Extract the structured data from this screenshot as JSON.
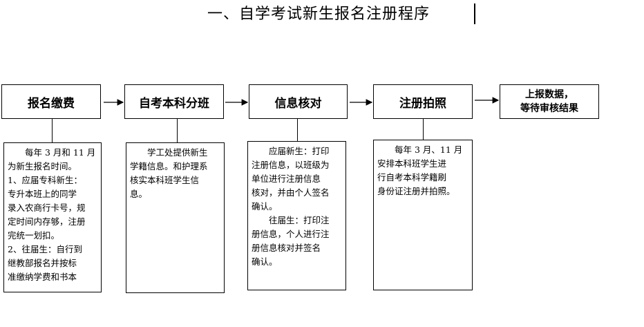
{
  "title": "一、自学考试新生报名注册程序",
  "steps": [
    {
      "label": "报名缴费"
    },
    {
      "label": "自考本科分班"
    },
    {
      "label": "信息核对"
    },
    {
      "label": "注册拍照"
    },
    {
      "label_line1": "上报数据，",
      "label_line2": "等待审核结果"
    }
  ],
  "notes": {
    "n1": {
      "p1": "每年 3 月和 11 月\n为新生报名时间。",
      "p2": "1、应届专科新生：\n专升本班上的同学\n录入农商行卡号，规\n定时间内存够，注册\n完统一划扣。",
      "p3": "2、往届生：自行到\n继教部报名并按标\n准缴纳学费和书本"
    },
    "n2": {
      "p1": "学工处提供新生\n学籍信息。和护理系\n核实本科班学生信\n息。"
    },
    "n3": {
      "p1": "应届新生：打印\n注册信息，以班级为\n单位进行注册信息\n核对，并由个人签名\n确认。",
      "p2": "往届生：打印注\n册信息，个人进行注\n册信息核对并签名\n确认。"
    },
    "n4": {
      "p1": "每年 3 月、11 月\n安排本科班学生进\n行自考本科学籍刷\n身份证注册并拍照。"
    }
  }
}
